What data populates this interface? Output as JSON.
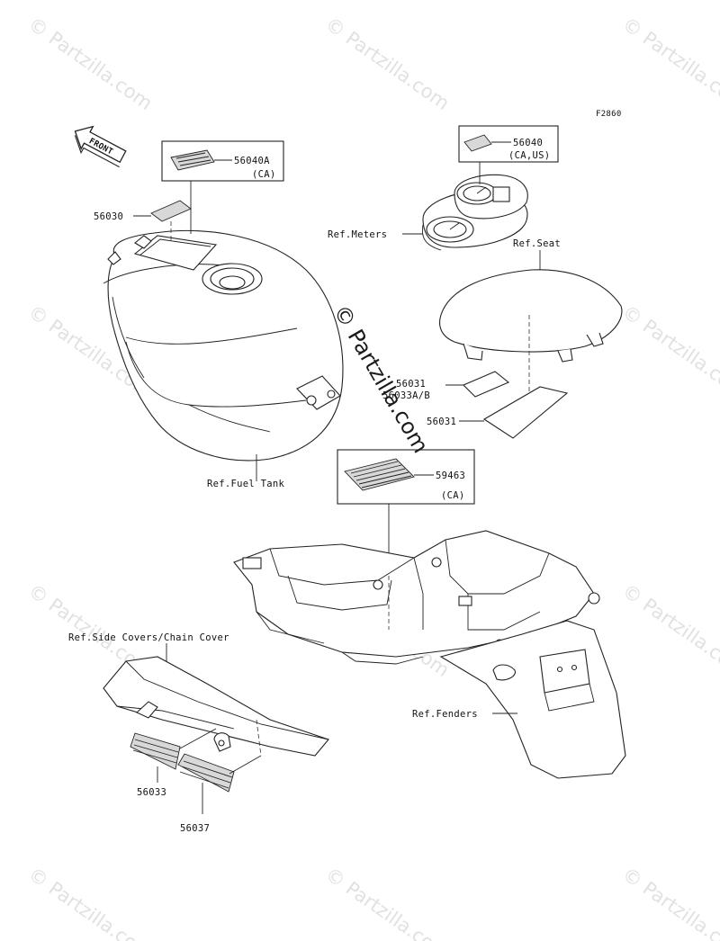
{
  "diagram_code": "F2860",
  "front_label": "FRONT",
  "watermark": {
    "center_text": "© Partzilla.com",
    "repeat_text": "© Partzilla.com"
  },
  "callouts": {
    "p56040A": "56040A",
    "p56040A_region": "(CA)",
    "p56040": "56040",
    "p56040_region": "(CA,US)",
    "p56030": "56030",
    "ref_meters": "Ref.Meters",
    "ref_seat": "Ref.Seat",
    "p56031_a": "56031",
    "p56033AB": "56033A/B",
    "p56031_b": "56031",
    "ref_fuel_tank": "Ref.Fuel Tank",
    "p59463": "59463",
    "p59463_region": "(CA)",
    "ref_side_covers": "Ref.Side Covers/Chain Cover",
    "ref_fenders": "Ref.Fenders",
    "p56033": "56033",
    "p56037": "56037"
  },
  "colors": {
    "line": "#222222",
    "watermark": "#c9c9c9"
  }
}
